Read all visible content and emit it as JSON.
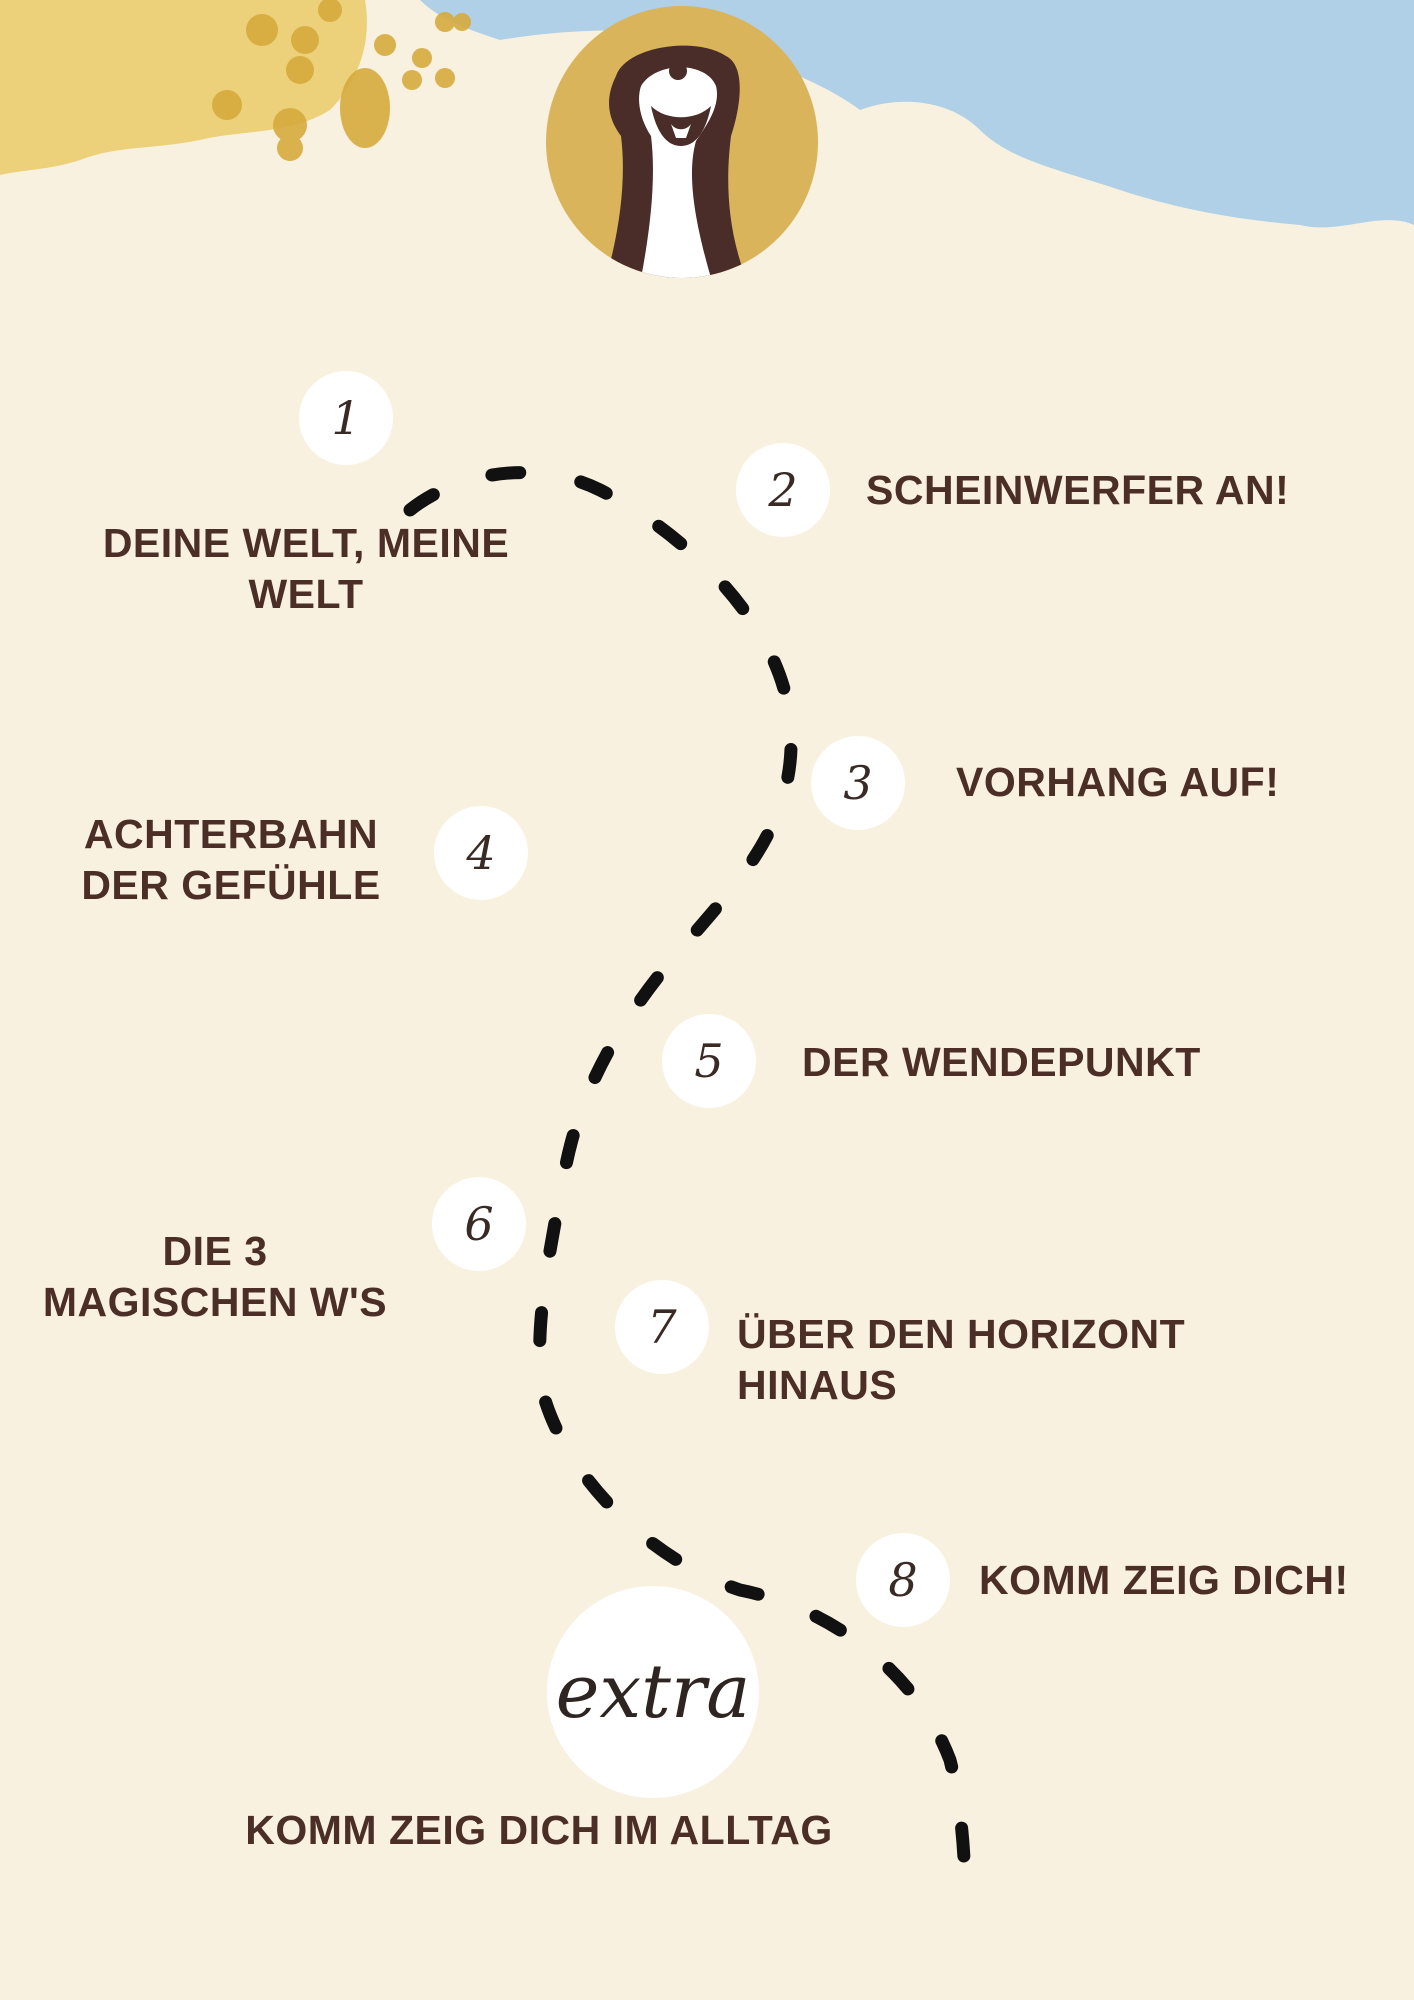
{
  "colors": {
    "background": "#f9f1e0",
    "text": "#4b2f27",
    "sky": "#afd0e6",
    "sun": "#e6c25a",
    "logo_bg": "#d9b45a",
    "logo_brown": "#4a2c28",
    "path": "#111111"
  },
  "logo": {
    "icon": "meerkat-logo"
  },
  "steps": [
    {
      "number": "1",
      "lines": [
        "DEINE WELT, MEINE",
        "WELT"
      ]
    },
    {
      "number": "2",
      "lines": [
        "SCHEINWERFER AN!"
      ]
    },
    {
      "number": "3",
      "lines": [
        "VORHANG AUF!"
      ]
    },
    {
      "number": "4",
      "lines": [
        "ACHTERBAHN",
        "DER GEFÜHLE"
      ]
    },
    {
      "number": "5",
      "lines": [
        "DER WENDEPUNKT"
      ]
    },
    {
      "number": "6",
      "lines": [
        "DIE 3",
        "MAGISCHEN W'S"
      ]
    },
    {
      "number": "7",
      "lines": [
        "ÜBER DEN HORIZONT",
        "HINAUS"
      ]
    },
    {
      "number": "8",
      "lines": [
        "KOMM ZEIG DICH!"
      ]
    }
  ],
  "extra": {
    "badge": "extra",
    "label": "KOMM ZEIG DICH IM ALLTAG"
  }
}
